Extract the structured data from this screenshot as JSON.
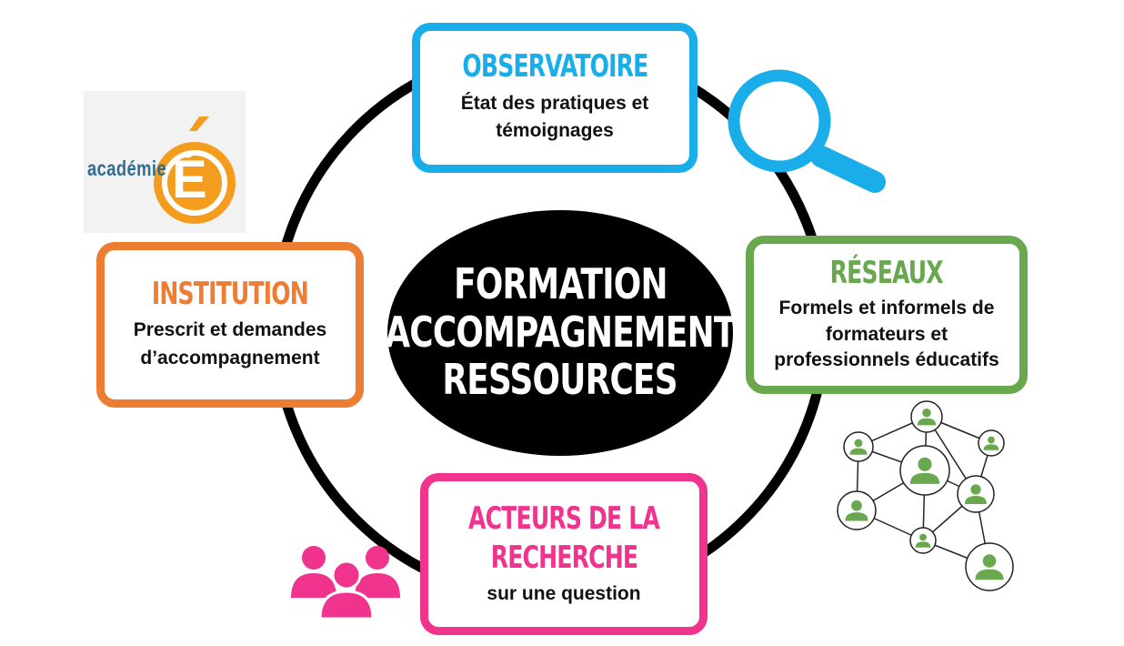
{
  "center": {
    "line1": "FORMATION",
    "line2": "ACCOMPAGNEMENT",
    "line3": "RESSOURCES"
  },
  "boxes": {
    "observatoire": {
      "title": "OBSERVATOIRE",
      "text1": "État des pratiques et",
      "text2": "témoignages",
      "color": "#19aeea"
    },
    "reseaux": {
      "title": "RÉSEAUX",
      "text1": "Formels et informels de",
      "text2": "formateurs et",
      "text3": "professionnels éducatifs",
      "color": "#6aa84f"
    },
    "institution": {
      "title": "INSTITUTION",
      "text1": "Prescrit et demandes",
      "text2": "d’accompagnement",
      "color": "#ec7d32"
    },
    "acteurs": {
      "title1": "ACTEURS DE LA",
      "title2": "RECHERCHE",
      "text1": "sur une question",
      "color": "#f0338d"
    }
  },
  "logo": {
    "word": "académie",
    "letter": "É",
    "color": "#f39c1e"
  },
  "icons": [
    "magnifier-icon",
    "network-icon",
    "people-group-icon",
    "academie-logo"
  ]
}
